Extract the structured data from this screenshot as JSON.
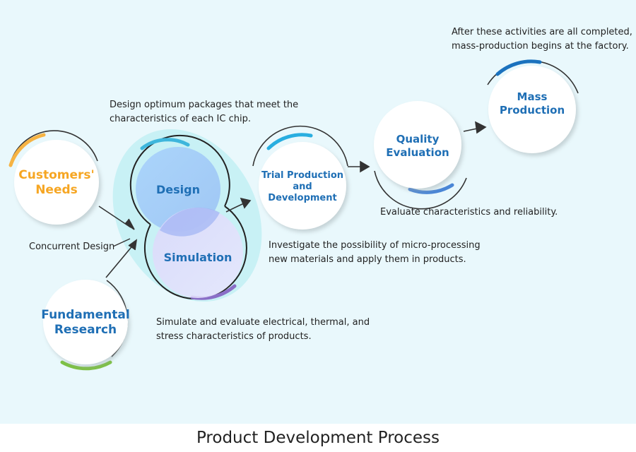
{
  "nodes": {
    "customers_needs": "Customers'\nNeeds",
    "fundamental_research": "Fundamental\nResearch",
    "design": "Design",
    "simulation": "Simulation",
    "trial_production": "Trial Production\nand\nDevelopment",
    "quality_evaluation": "Quality\nEvaluation",
    "mass_production": "Mass\nProduction"
  },
  "notes": {
    "concurrent_design": "Concurrent Design",
    "design_note": "Design optimum packages that meet the\ncharacteristics of each IC chip.",
    "simulation_note": "Simulate and evaluate electrical, thermal, and\nstress characteristics of products.",
    "trial_note": "Investigate the possibility of micro-processing\nnew materials and apply them in products.",
    "quality_note": "Evaluate characteristics and reliability.",
    "mass_note": "After these activities are all completed,\nmass-production begins at the factory."
  },
  "caption": "Product Development Process",
  "colors": {
    "background": "#e9f8fc",
    "orange": "#f6a623",
    "blue_text": "#1f6fb5",
    "green": "#7cc142",
    "cyan": "#29aee0",
    "purple": "#8a6fc7",
    "line": "#333333"
  }
}
